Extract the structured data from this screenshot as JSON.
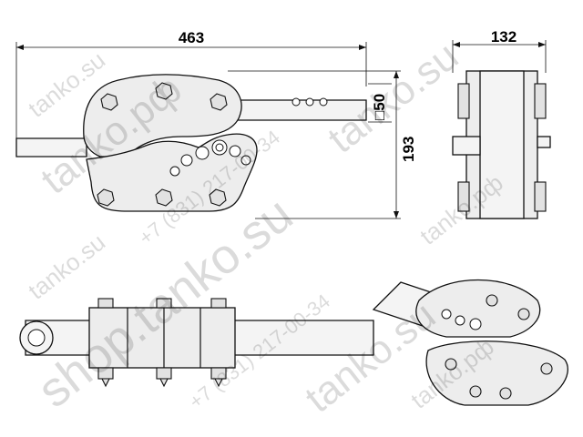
{
  "dimensions": {
    "length": "463",
    "width": "132",
    "height": "193",
    "square": "□50"
  },
  "watermarks": {
    "site_small": "tanko.su",
    "site_rf": "tanko.рф",
    "site_shop": "shop.tanko.su",
    "phone": "+7 (831) 217-00-34"
  }
}
